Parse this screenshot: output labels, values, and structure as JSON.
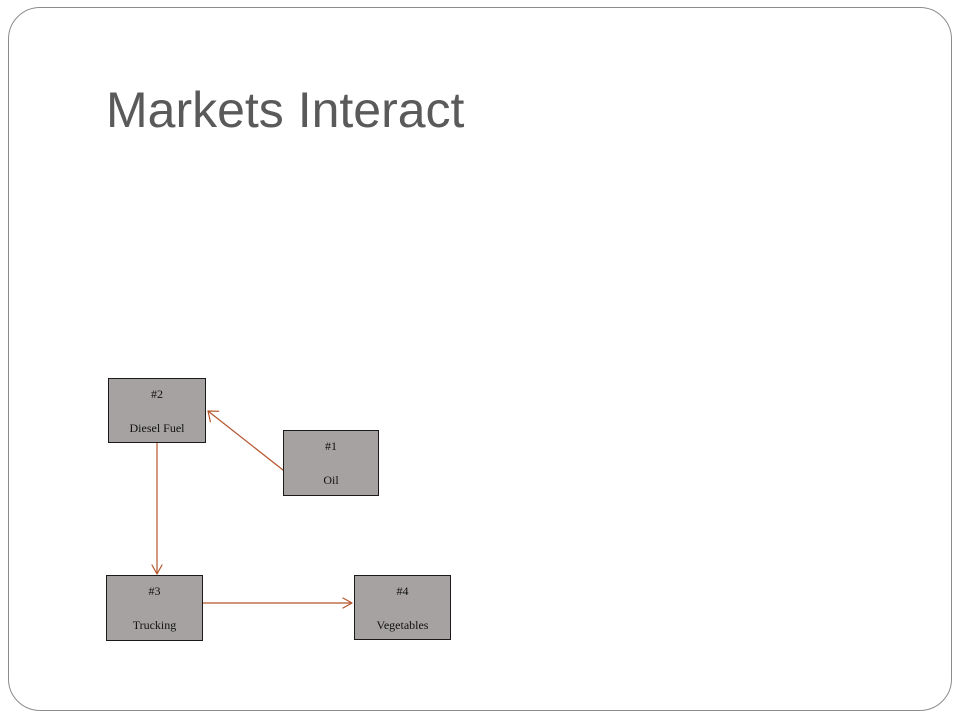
{
  "slide": {
    "title": "Markets Interact"
  },
  "diagram": {
    "nodes": [
      {
        "id": "n1",
        "number": "#1",
        "label": "Oil"
      },
      {
        "id": "n2",
        "number": "#2",
        "label": "Diesel Fuel"
      },
      {
        "id": "n3",
        "number": "#3",
        "label": "Trucking"
      },
      {
        "id": "n4",
        "number": "#4",
        "label": "Vegetables"
      }
    ],
    "edges": [
      {
        "from": "#1",
        "to": "#2"
      },
      {
        "from": "#2",
        "to": "#3"
      },
      {
        "from": "#3",
        "to": "#4"
      }
    ],
    "colors": {
      "node_fill": "#a6a2a2",
      "node_border": "#1a1a1a",
      "arrow": "#b4542c",
      "title": "#5a5a5a",
      "frame": "#8c8c8c"
    }
  }
}
